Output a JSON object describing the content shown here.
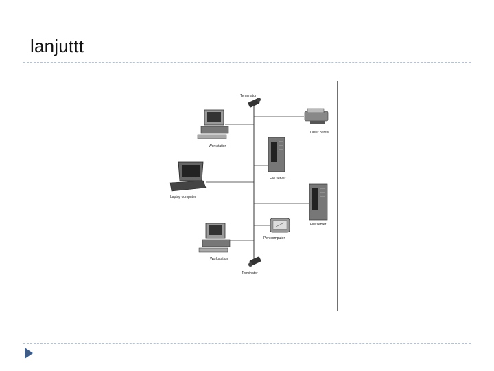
{
  "slide": {
    "title": "lanjuttt"
  },
  "diagram": {
    "labels": {
      "terminator_top": "Terminator",
      "laser_printer": "Laser printer",
      "workstation_top": "Workstation",
      "file_server_1": "File server",
      "laptop": "Laptop computer",
      "file_server_2": "File server",
      "pen_computer": "Pen computer",
      "workstation_bottom": "Workstation",
      "terminator_bottom": "Terminator"
    }
  }
}
